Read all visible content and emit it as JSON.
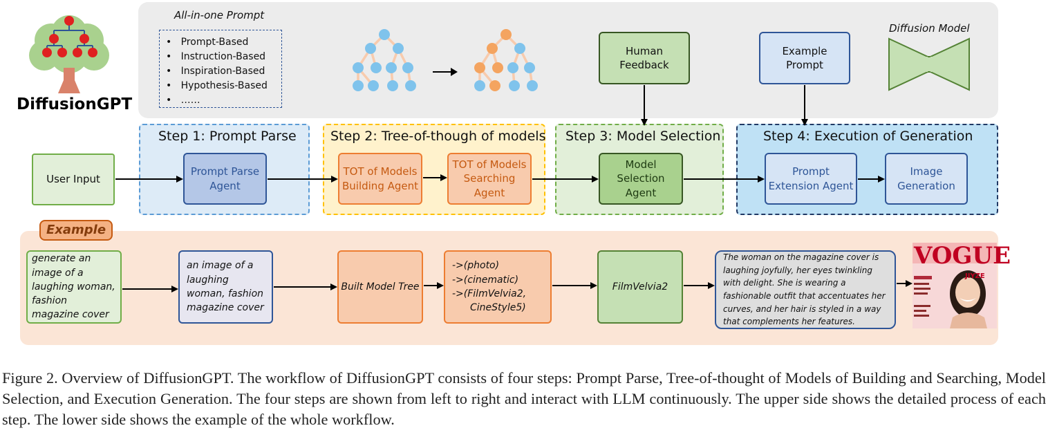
{
  "logo": {
    "title": "DiffusionGPT"
  },
  "prompt_types": {
    "title": "All-in-one Prompt",
    "items": [
      "Prompt-Based",
      "Instruction-Based",
      "Inspiration-Based",
      "Hypothesis-Based",
      "……"
    ]
  },
  "top": {
    "human_feedback": "Human Feedback",
    "example_prompt": "Example Prompt",
    "diffusion_model_label": "Diffusion Model"
  },
  "steps": [
    {
      "title": "Step 1: Prompt Parse"
    },
    {
      "title": "Step 2: Tree-of-though of models"
    },
    {
      "title": "Step 3: Model Selection"
    },
    {
      "title": "Step 4: Execution of Generation"
    }
  ],
  "flow": {
    "user_input": "User Input",
    "prompt_parse_agent": "Prompt Parse Agent",
    "tot_building_agent": "TOT of Models Building Agent",
    "tot_searching_agent": "TOT of Models Searching Agent",
    "model_selection_agent": "Model Selection Agent",
    "prompt_extension_agent": "Prompt Extension Agent",
    "image_generation": "Image Generation"
  },
  "example": {
    "label": "Example",
    "input_text": "generate an image of a laughing woman, fashion magazine cover",
    "parsed_text": "an image of a laughing woman, fashion magazine cover",
    "tree_text": "Built Model Tree",
    "path_lines": [
      "->(photo)",
      "->(cinematic)",
      "->(FilmVelvia2,",
      "CineStyle5)"
    ],
    "model_text": "FilmVelvia2",
    "extended_text": "The woman on the magazine cover is laughing joyfully, her eyes twinkling with delight. She is wearing a fashionable outfit that accentuates her curves, and her hair is styled in a way that complements her features.",
    "cover_masthead": "VOGUE",
    "cover_tag": "JIYZE"
  },
  "caption": "Figure 2. Overview of DiffusionGPT. The workflow of DiffusionGPT consists of four steps: Prompt Parse, Tree-of-thought of Models of Building and Searching, Model Selection, and Execution Generation. The four steps are shown from left to right and interact with LLM continuously. The upper side shows the detailed process of each step. The lower side shows the example of the whole workflow.",
  "colors": {
    "blue_border": "#2e5597",
    "orange_fill": "#f8cbad",
    "orange_border": "#ed7d31",
    "green_fill": "#c5e0b4",
    "green_border": "#375623",
    "tree_blue": "#7fc3ec",
    "tree_orange": "#f4a460"
  }
}
